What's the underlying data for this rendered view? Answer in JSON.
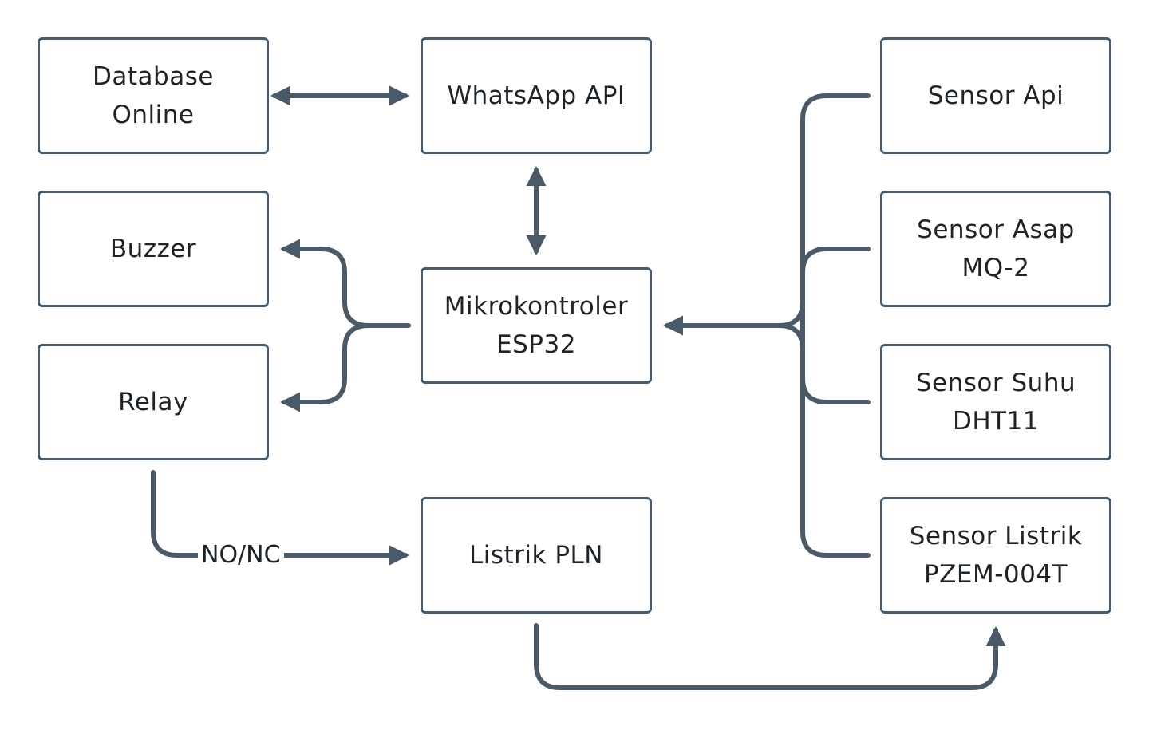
{
  "nodes": {
    "database": {
      "line1": "Database",
      "line2": "Online"
    },
    "whatsapp": {
      "line1": "WhatsApp API"
    },
    "buzzer": {
      "line1": "Buzzer"
    },
    "relay": {
      "line1": "Relay"
    },
    "mikrokontroler": {
      "line1": "Mikrokontroler",
      "line2": "ESP32"
    },
    "listrik_pln": {
      "line1": "Listrik PLN"
    },
    "sensor_api": {
      "line1": "Sensor Api"
    },
    "sensor_asap": {
      "line1": "Sensor Asap",
      "line2": "MQ-2"
    },
    "sensor_suhu": {
      "line1": "Sensor Suhu",
      "line2": "DHT11"
    },
    "sensor_listrik": {
      "line1": "Sensor Listrik",
      "line2": "PZEM-004T"
    }
  },
  "edges": {
    "relay_to_pln_label": "NO/NC"
  },
  "colors": {
    "line": "#4b5a68",
    "text": "#1e2328",
    "background": "#ffffff"
  }
}
